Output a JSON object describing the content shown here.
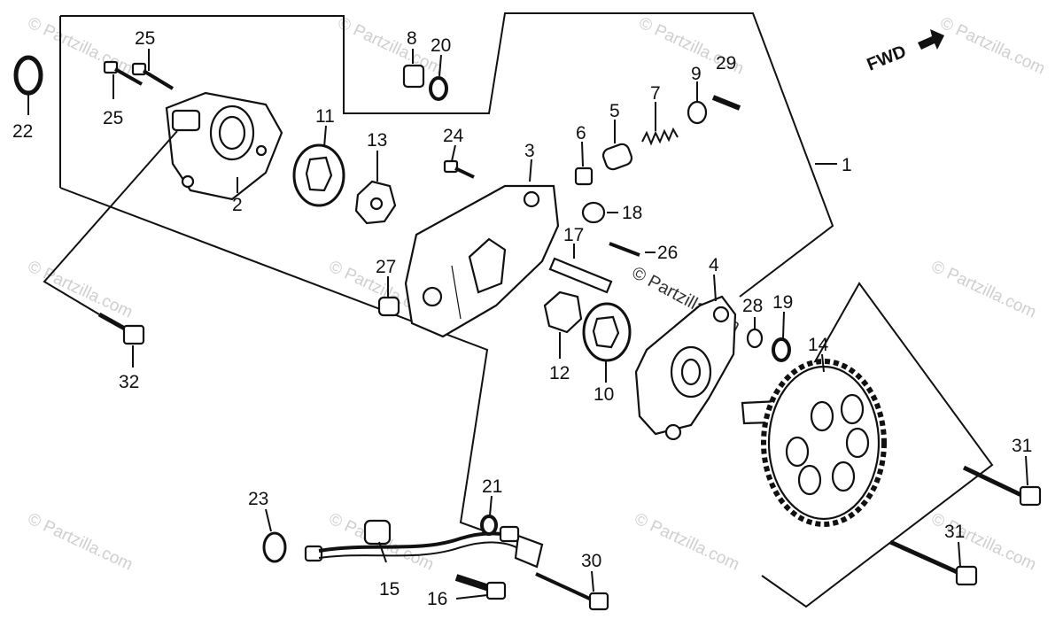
{
  "watermark": "© Partzilla.com",
  "fwd_label": "FWD",
  "callouts": {
    "p1": "1",
    "p2": "2",
    "p3": "3",
    "p4": "4",
    "p5": "5",
    "p6": "6",
    "p7": "7",
    "p8": "8",
    "p9": "9",
    "p10": "10",
    "p11": "11",
    "p12": "12",
    "p13": "13",
    "p14": "14",
    "p15": "15",
    "p16": "16",
    "p17": "17",
    "p18": "18",
    "p19": "19",
    "p20": "20",
    "p21": "21",
    "p22": "22",
    "p23": "23",
    "p24": "24",
    "p25a": "25",
    "p25b": "25",
    "p26": "26",
    "p27": "27",
    "p28": "28",
    "p29": "29",
    "p30": "30",
    "p31a": "31",
    "p31b": "31",
    "p32": "32"
  }
}
